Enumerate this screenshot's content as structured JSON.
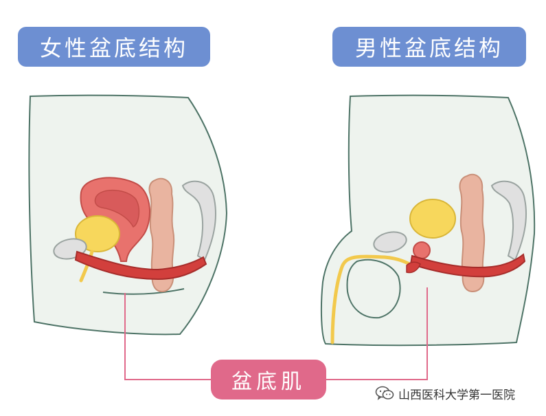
{
  "titles": {
    "female": "女性盆底结构",
    "male": "男性盆底结构"
  },
  "label": {
    "pelvic_floor_muscle": "盆底肌"
  },
  "credit": {
    "source": "山西医科大学第一医院",
    "icon": "wechat-icon"
  },
  "colors": {
    "title_bg": "#6d8fd2",
    "label_bg": "#e0698a",
    "leader_line": "#e0698a",
    "body_fill": "#eef3ee",
    "body_stroke": "#4d7366",
    "muscle": "#d23f3c",
    "bladder": "#f7d75c",
    "uterus": "#e8726d",
    "rectum": "#e9b4a0",
    "bone": "#e0e0e0"
  }
}
